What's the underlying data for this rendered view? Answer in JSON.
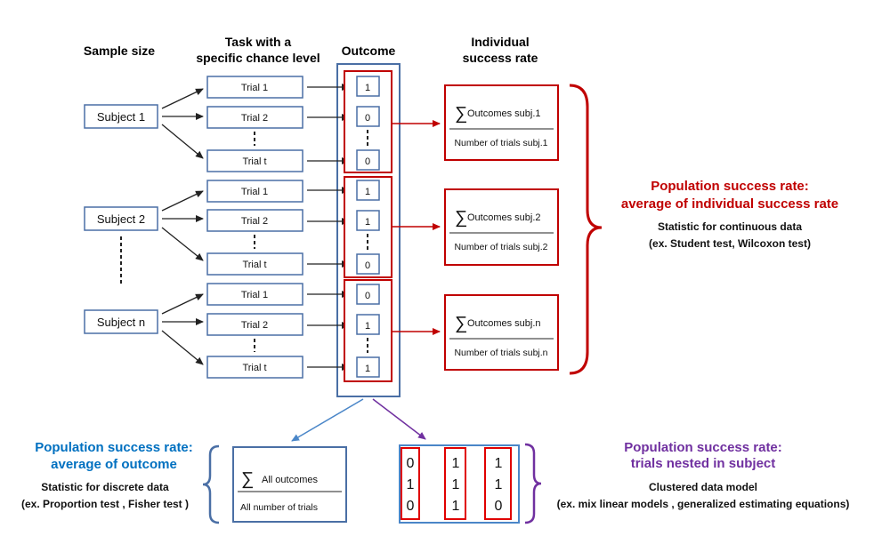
{
  "colors": {
    "red": "#c00000",
    "blue": "#0070c0",
    "purple": "#7030a0",
    "box_border": "#4a6fa5"
  },
  "headers": {
    "sample_size": "Sample size",
    "task_line1": "Task with a",
    "task_line2": "specific chance level",
    "outcome": "Outcome",
    "individual_line1": "Individual",
    "individual_line2": "success rate"
  },
  "subjects": [
    {
      "label": "Subject 1",
      "trials": [
        "Trial 1",
        "Trial 2",
        "Trial t"
      ],
      "outcomes": [
        "1",
        "0",
        "0"
      ],
      "rate_numerator": "Outcomes subj.1",
      "rate_denominator": "Number of trials subj.1"
    },
    {
      "label": "Subject 2",
      "trials": [
        "Trial 1",
        "Trial 2",
        "Trial t"
      ],
      "outcomes": [
        "1",
        "1",
        "0"
      ],
      "rate_numerator": "Outcomes subj.2",
      "rate_denominator": "Number of trials subj.2"
    },
    {
      "label": "Subject n",
      "trials": [
        "Trial 1",
        "Trial 2",
        "Trial t"
      ],
      "outcomes": [
        "0",
        "1",
        "1"
      ],
      "rate_numerator": "Outcomes subj.n",
      "rate_denominator": "Number of trials subj.n"
    }
  ],
  "sigma": "∑",
  "population_individual": {
    "title_line1": "Population success rate:",
    "title_line2": "average of  individual success rate",
    "stat_line1": "Statistic for continuous data",
    "stat_line2": "(ex. Student test, Wilcoxon test)"
  },
  "population_outcome": {
    "title_line1": "Population success rate:",
    "title_line2": "average of outcome",
    "stat_line1": "Statistic for discrete  data",
    "stat_line2": "(ex. Proportion test , Fisher test )",
    "numerator": "All outcomes",
    "denominator": "All number of trials"
  },
  "population_nested": {
    "title_line1": "Population success rate:",
    "title_line2": "trials nested in subject",
    "stat_line1": "Clustered data model",
    "stat_line2": "(ex. mix linear models , generalized estimating equations)",
    "matrix": [
      [
        "0",
        "1",
        "0"
      ],
      [
        "1",
        "1",
        "1"
      ],
      [
        "1",
        "1",
        "0"
      ]
    ]
  }
}
